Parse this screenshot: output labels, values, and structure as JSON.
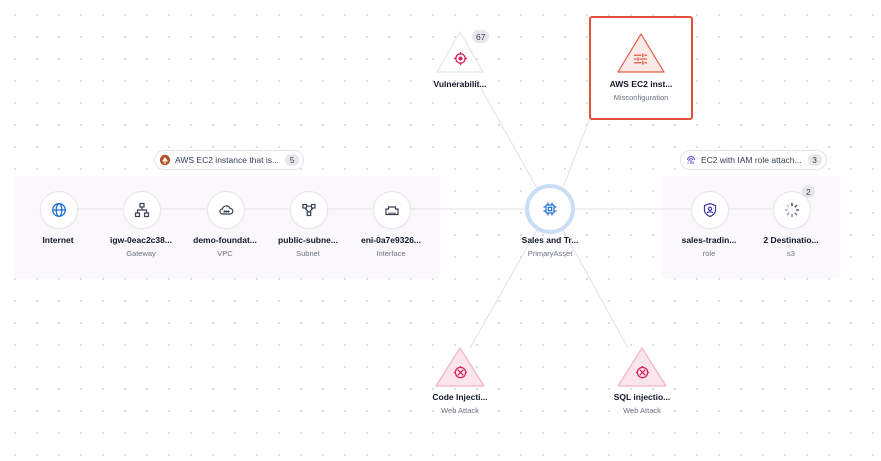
{
  "colors": {
    "edge": "#dfe1e6",
    "accent_blue": "#1e6fd9",
    "selected_border": "#e2523b",
    "attack_pink": "#d6245c",
    "misconfig_red": "#e45b45"
  },
  "nodes": {
    "internet": {
      "label": "Internet",
      "sub": "",
      "icon": "globe-icon"
    },
    "gateway": {
      "label": "igw-0eac2c38...",
      "sub": "Gateway",
      "icon": "network-icon"
    },
    "vpc": {
      "label": "demo-foundat...",
      "sub": "VPC",
      "icon": "cloud-icon"
    },
    "subnet": {
      "label": "public-subne...",
      "sub": "Subnet",
      "icon": "subnet-icon"
    },
    "interface": {
      "label": "eni-0a7e9326...",
      "sub": "Interface",
      "icon": "ethernet-icon"
    },
    "primary": {
      "label": "Sales and Tr...",
      "sub": "PrimaryAsset",
      "icon": "cpu-icon"
    },
    "role": {
      "label": "sales-tradin...",
      "sub": "role",
      "icon": "shield-user-icon"
    },
    "destinations": {
      "label": "2 Destinatio...",
      "sub": "s3",
      "icon": "loading-icon",
      "count": "2"
    },
    "vulnerability": {
      "label": "Vulnerabilit...",
      "sub": "",
      "icon": "target-icon",
      "count": "67"
    },
    "misconfig": {
      "label": "AWS EC2 inst...",
      "sub": "Misconfiguration",
      "icon": "sliders-icon"
    },
    "code_injection": {
      "label": "Code Injecti...",
      "sub": "Web Attack",
      "icon": "bug-icon"
    },
    "sql_injection": {
      "label": "SQL injectio...",
      "sub": "Web Attack",
      "icon": "bug-icon"
    }
  },
  "group_badges": {
    "left": {
      "label": "AWS EC2 instance that is...",
      "count": "5",
      "icon": "network-warning-icon"
    },
    "right": {
      "label": "EC2 with IAM role attach...",
      "count": "3",
      "icon": "fingerprint-icon"
    }
  }
}
